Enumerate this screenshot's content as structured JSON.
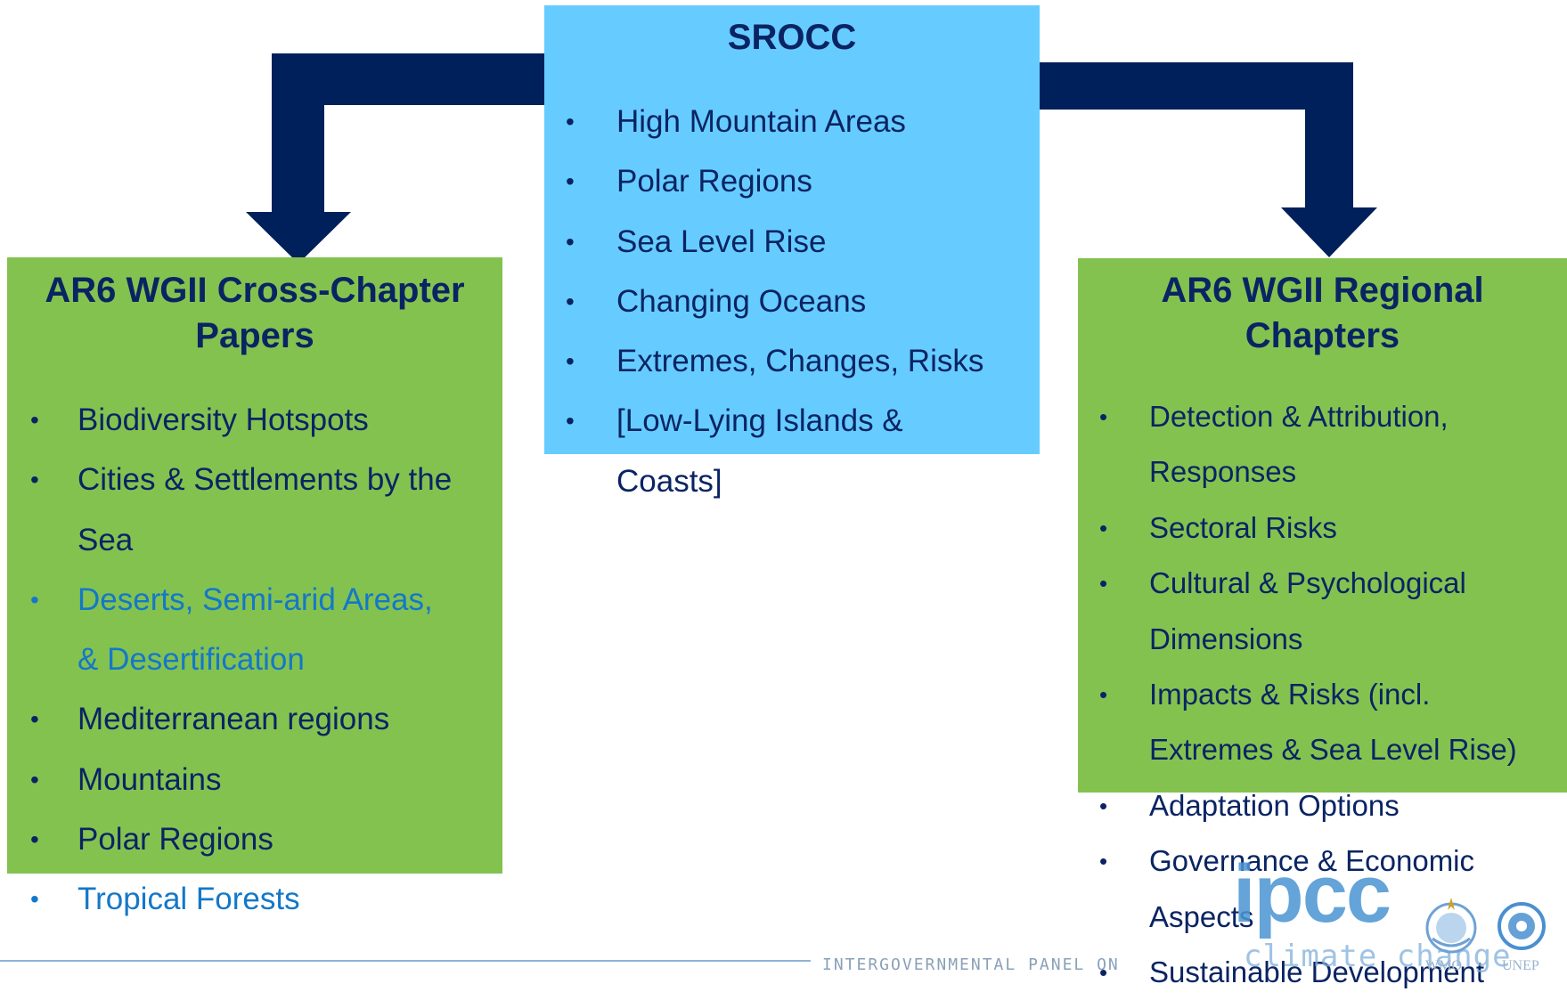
{
  "left_box": {
    "title_line1": "AR6 WGII Cross-Chapter",
    "title_line2": "Papers",
    "items": [
      {
        "line1": "Biodiversity Hotspots"
      },
      {
        "line1": "Cities & Settlements by the",
        "line2": "Sea"
      },
      {
        "line1": "Deserts, Semi-arid Areas,",
        "line2": "& Desertification",
        "highlight": true
      },
      {
        "line1": "Mediterranean regions"
      },
      {
        "line1": "Mountains"
      },
      {
        "line1": "Polar Regions"
      },
      {
        "line1": "Tropical Forests",
        "highlight": true
      }
    ]
  },
  "middle_box": {
    "title": "SROCC",
    "items": [
      {
        "line1": "High Mountain Areas"
      },
      {
        "line1": "Polar Regions"
      },
      {
        "line1": "Sea Level Rise"
      },
      {
        "line1": "Changing Oceans"
      },
      {
        "line1": "Extremes, Changes, Risks"
      },
      {
        "line1": "[Low-Lying Islands &",
        "line2": "Coasts]"
      }
    ]
  },
  "right_box": {
    "title_line1": "AR6 WGII Regional",
    "title_line2": "Chapters",
    "items": [
      {
        "line1": "Detection & Attribution,",
        "line2": "Responses"
      },
      {
        "line1": "Sectoral Risks"
      },
      {
        "line1": "Cultural & Psychological",
        "line2": "Dimensions"
      },
      {
        "line1": "Impacts & Risks (incl.",
        "line2": "Extremes & Sea Level Rise)"
      },
      {
        "line1": "Adaptation Options"
      },
      {
        "line1": "Governance & Economic",
        "line2": "Aspects"
      },
      {
        "line1": "Sustainable Development"
      }
    ]
  },
  "footer": {
    "logo_text": "ipcc",
    "panel_text": "INTERGOVERNMENTAL PANEL ON",
    "climate_text": "climate change",
    "wmo_label": "WMO",
    "unep_label": "UNEP"
  },
  "colors": {
    "green_box": "#84c250",
    "blue_box": "#66ccff",
    "arrow": "#00205b",
    "text_dark": "#0a2463",
    "text_highlight": "#1478c8"
  },
  "bullet": "•"
}
